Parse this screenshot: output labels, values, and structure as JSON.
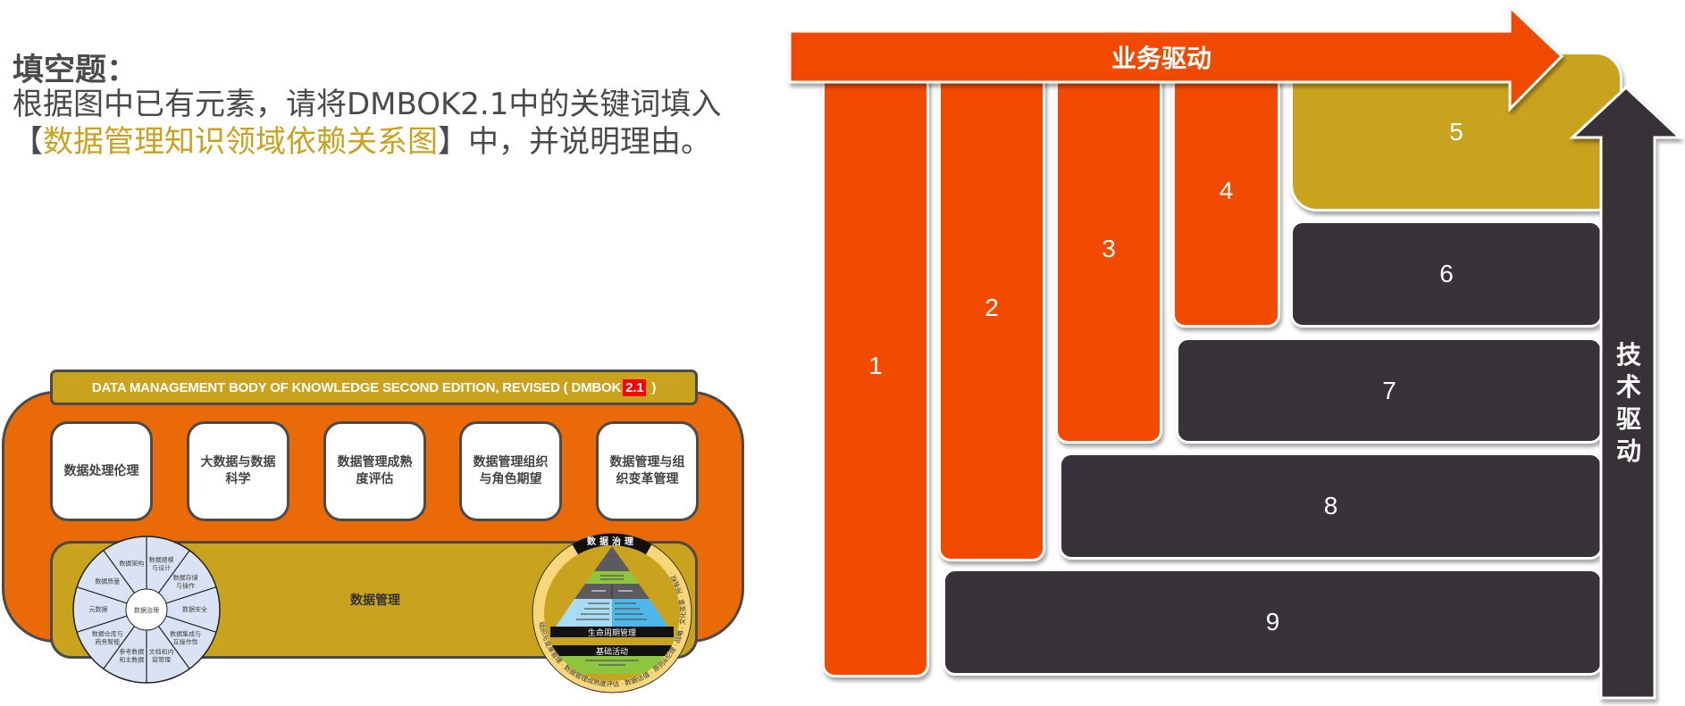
{
  "question": {
    "title": "填空题：",
    "line_before": "根据图中已有元素，请将DMBOK2.1中的关键词填入【",
    "highlight": "数据管理知识领域依赖关系图",
    "line_after": "】中，并说明理由。",
    "highlight_color": "#c9a21e"
  },
  "dmbok": {
    "header": "DATA MANAGEMENT BODY OF KNOWLEDGE SECOND EDITION, REVISED ( DMBOK",
    "version": "2.1",
    "header_close": ")",
    "boxes": [
      "数据处理伦理",
      "大数据与数据科学",
      "数据管理成熟度评估",
      "数据管理组织与角色期望",
      "数据管理与组织变革管理"
    ],
    "center_label": "数据管理",
    "wheel": {
      "center": "数据治理",
      "segments": [
        "数据建模与设计",
        "数据存储与操作",
        "数据安全",
        "数据集成与互操作性",
        "文档和内容管理",
        "参考数据和主数据",
        "数据仓库与商务智能",
        "元数据",
        "数据质量",
        "数据架构"
      ]
    },
    "pyramid": {
      "top_ring": "数据治理",
      "ring_text": "组织与变革管理 · 数据管理成熟度评估 · 数据估值 · 原则&伦理 · 战略 · 文化变革 · 所有权 · ",
      "lifecycle": "生命周期管理",
      "foundation": "基础活动"
    }
  },
  "diagram": {
    "business_arrow": "业务驱动",
    "tech_arrow": "技术驱动",
    "slots": [
      "1",
      "2",
      "3",
      "4",
      "5",
      "6",
      "7",
      "8",
      "9"
    ],
    "colors": {
      "orange": "#f24a00",
      "gold": "#c9a21e",
      "dark": "#373338"
    }
  }
}
